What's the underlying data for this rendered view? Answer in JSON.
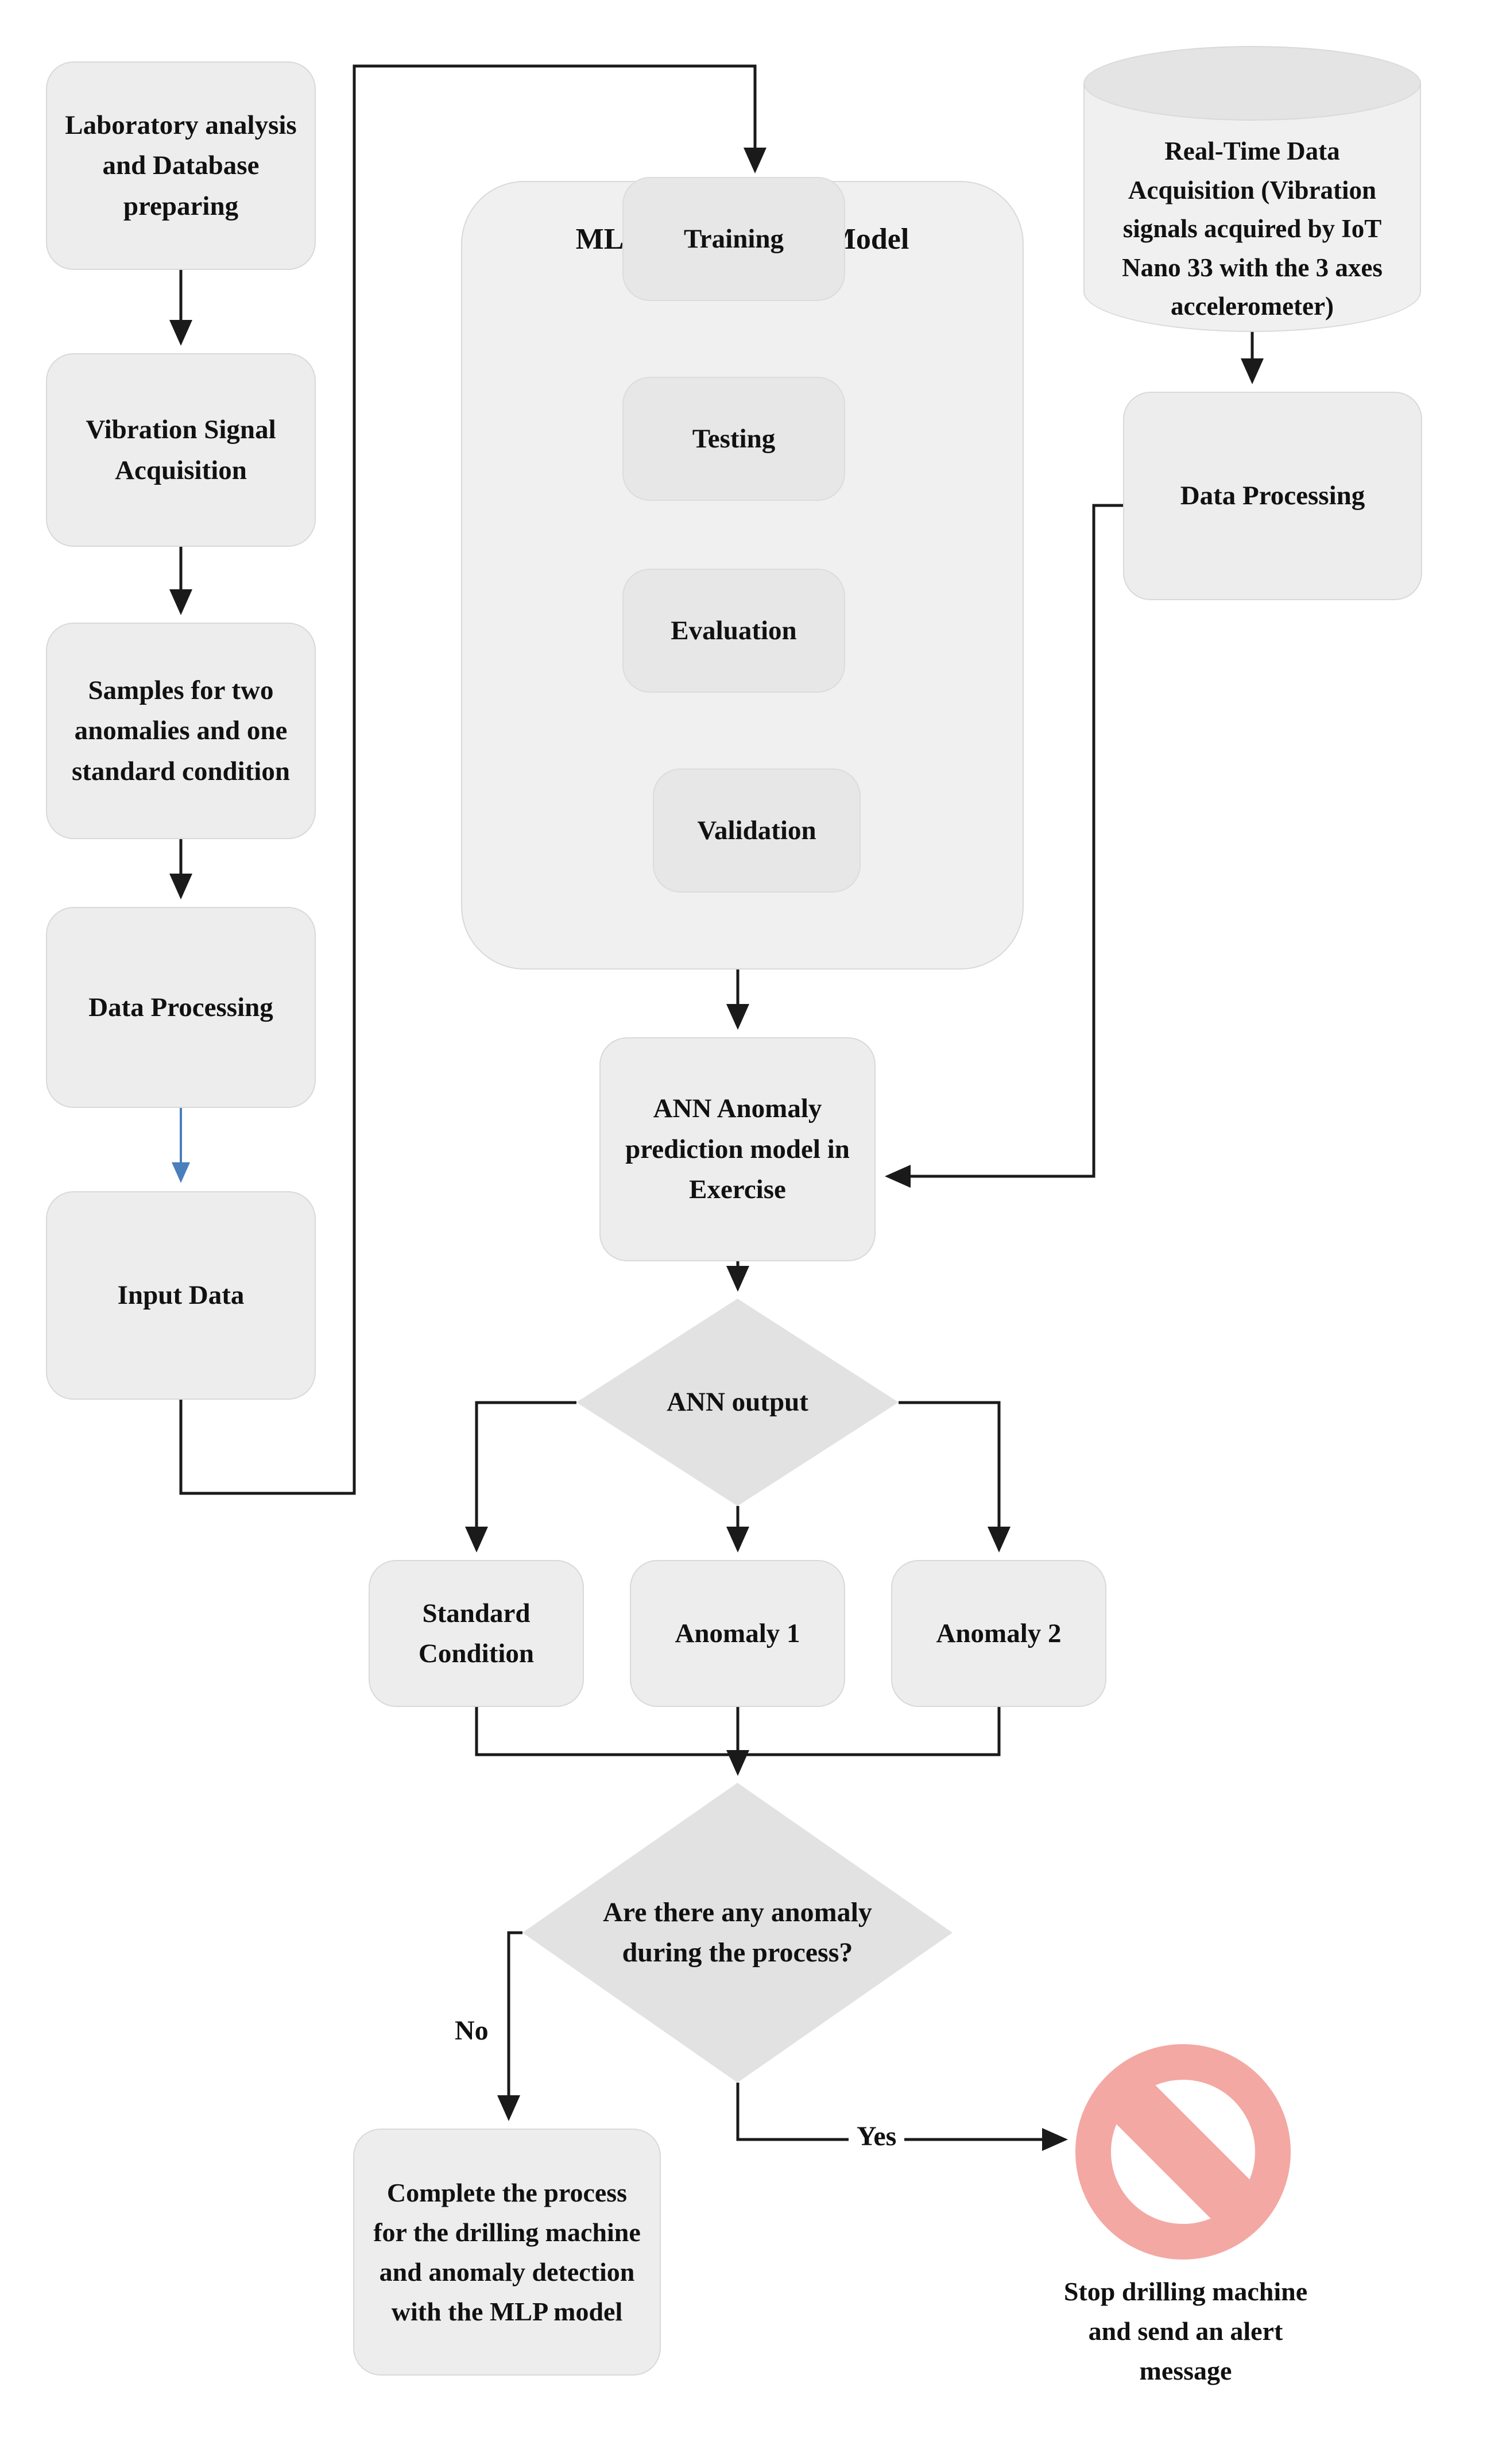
{
  "colors": {
    "node-fill": "#ededed",
    "node-border": "#d9d9d9",
    "inner-fill": "#e7e7e7",
    "container-fill": "#f0f0f0",
    "diamond-fill": "#e2e2e2",
    "cylinder-top": "#e4e4e4",
    "line": "#1a1a1a",
    "blue-arrow": "#4a7ebc",
    "stop-pink": "#f3a8a3",
    "text": "#111111"
  },
  "left_column": {
    "laboratory": "Laboratory analysis and Database preparing",
    "vibration": "Vibration Signal Acquisition",
    "samples": "Samples for two anomalies and one standard condition",
    "data_processing": "Data Processing",
    "input_data": "Input Data"
  },
  "mlp": {
    "title": "MLP Classification Model",
    "training": "Training",
    "testing": "Testing",
    "evaluation": "Evaluation",
    "validation": "Validation"
  },
  "right_column": {
    "realtime": "Real-Time Data Acquisition (Vibration signals acquired by IoT Nano 33 with the 3 axes accelerometer)",
    "data_processing": "Data Processing"
  },
  "flow": {
    "ann_model": "ANN Anomaly prediction model in Exercise",
    "ann_output": "ANN output",
    "standard_condition": "Standard Condition",
    "anomaly_1": "Anomaly 1",
    "anomaly_2": "Anomaly 2",
    "question": "Are there any anomaly during the process?",
    "no_label": "No",
    "yes_label": "Yes",
    "complete": "Complete the process for the drilling machine and anomaly detection with the MLP model",
    "stop": "Stop drilling machine and send an alert message"
  },
  "icons": {
    "stop_icon": "prohibition-sign"
  }
}
